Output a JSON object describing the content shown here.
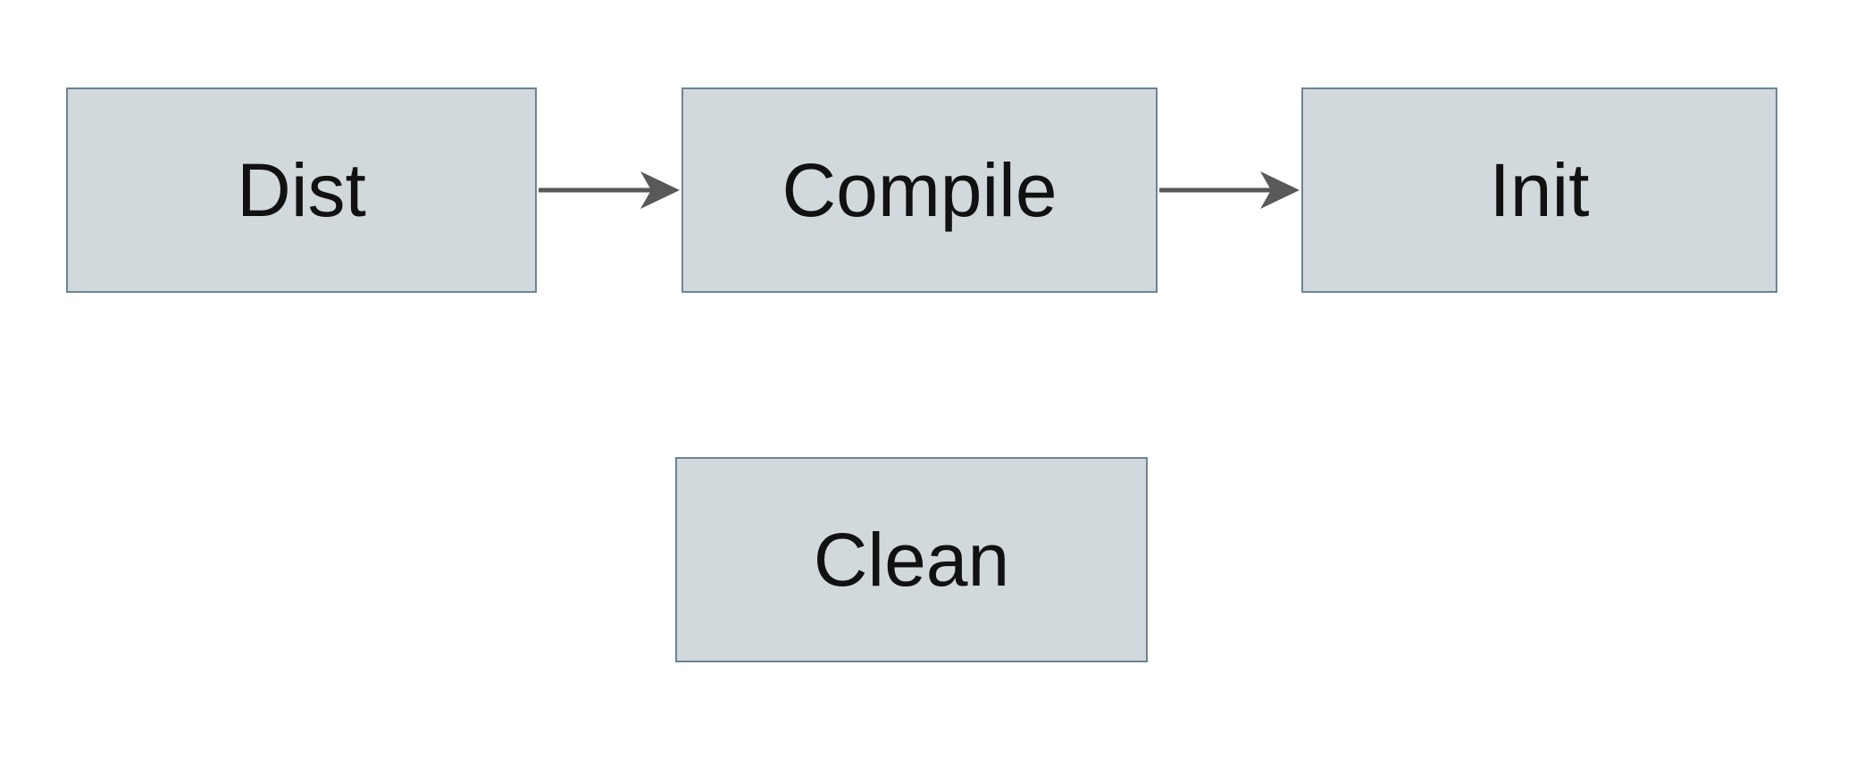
{
  "diagram": {
    "background_color": "#ffffff",
    "node_fill_color": "#d2d9dc",
    "node_border_color": "#6d8494",
    "arrow_color": "#595959",
    "text_color": "#111111",
    "nodes": {
      "dist": {
        "label": "Dist"
      },
      "compile": {
        "label": "Compile"
      },
      "init": {
        "label": "Init"
      },
      "clean": {
        "label": "Clean"
      }
    },
    "edges": [
      {
        "from": "Dist",
        "to": "Compile",
        "style": "arrow"
      },
      {
        "from": "Compile",
        "to": "Init",
        "style": "arrow"
      }
    ]
  }
}
